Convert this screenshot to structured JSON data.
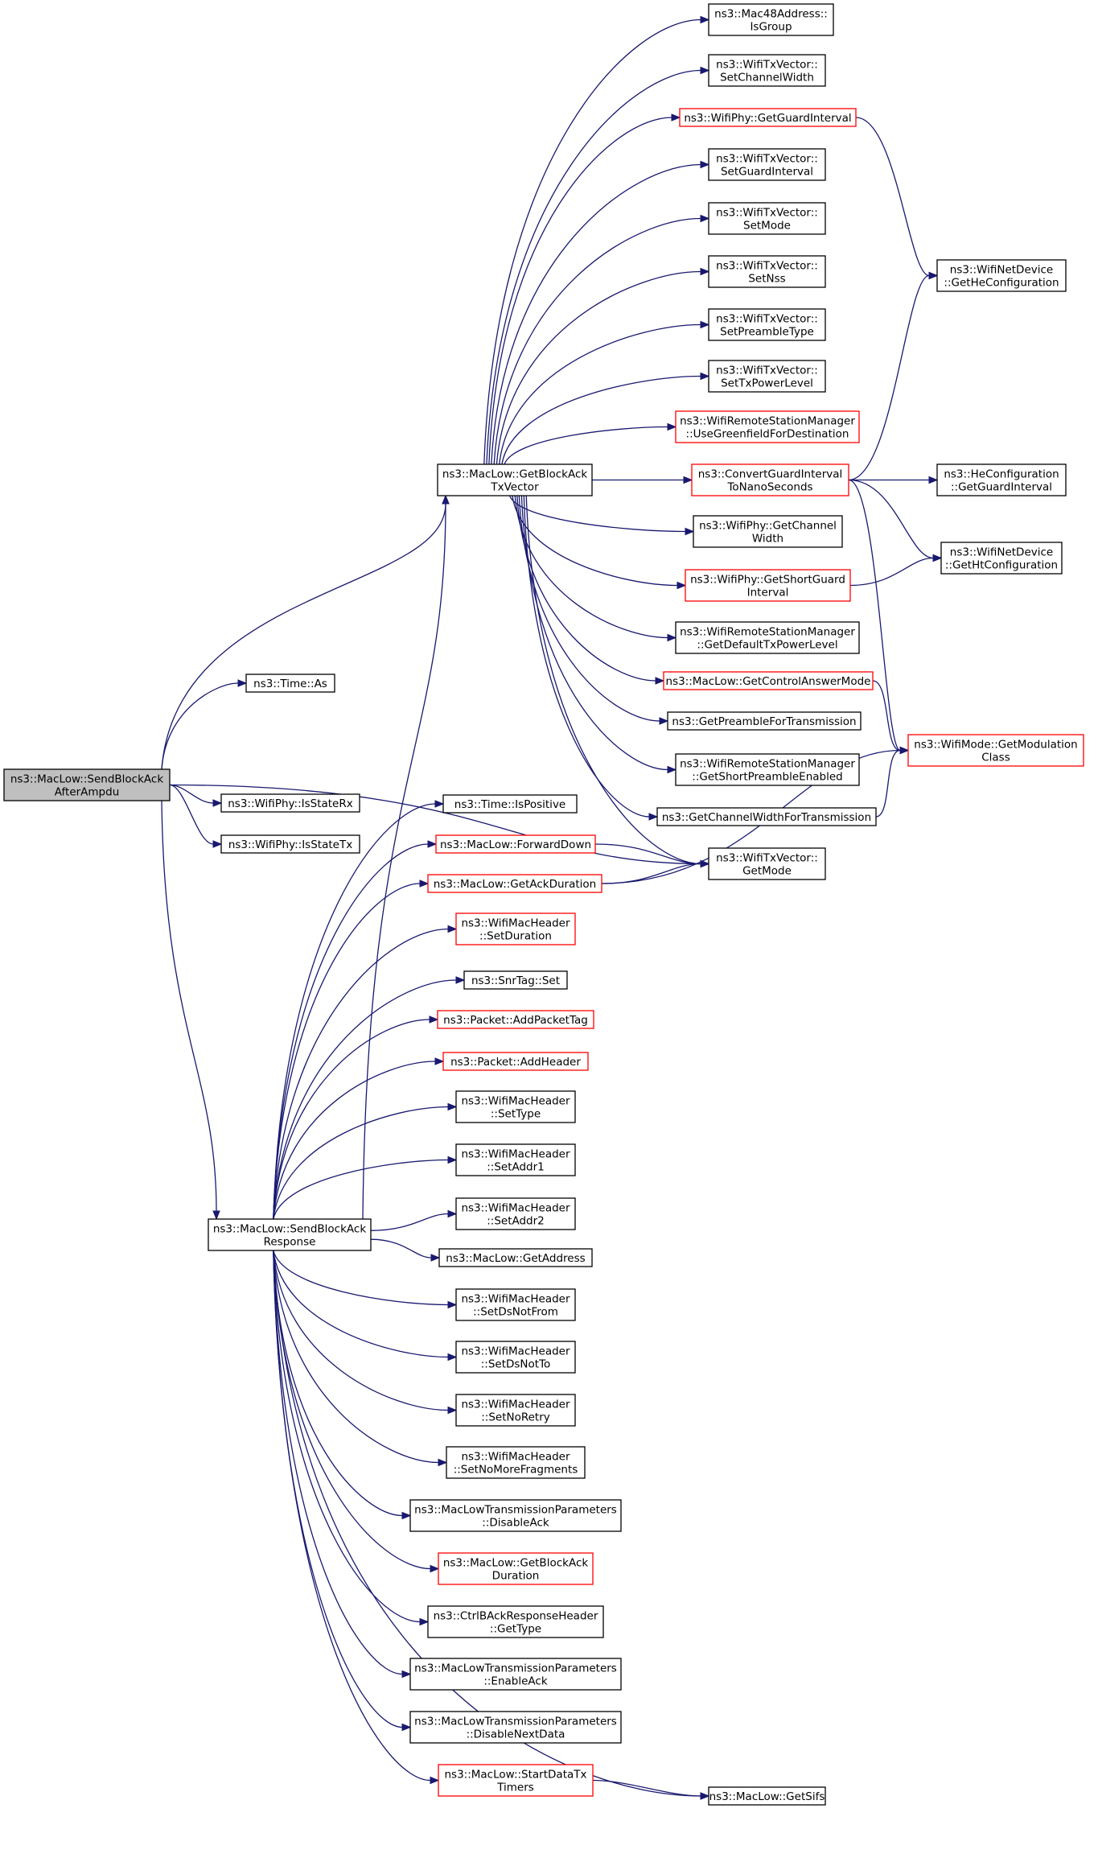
{
  "diagram": {
    "colors": {
      "edge": "#191970",
      "node_border": "#000000",
      "node_border_unresolved": "#ff0000",
      "root_fill": "#bfbfbf"
    },
    "nodes": [
      {
        "id": "root",
        "lines": [
          "ns3::MacLow::SendBlockAck",
          "AfterAmpdu"
        ],
        "style": "root"
      },
      {
        "id": "n_time_as",
        "lines": [
          "ns3::Time::As"
        ],
        "style": "black"
      },
      {
        "id": "n_isstaterx",
        "lines": [
          "ns3::WifiPhy::IsStateRx"
        ],
        "style": "black"
      },
      {
        "id": "n_isstatetx",
        "lines": [
          "ns3::WifiPhy::IsStateTx"
        ],
        "style": "black"
      },
      {
        "id": "n_getblockacktxvector",
        "lines": [
          "ns3::MacLow::GetBlockAck",
          "TxVector"
        ],
        "style": "black"
      },
      {
        "id": "n_sendblockackresponse",
        "lines": [
          "ns3::MacLow::SendBlockAck",
          "Response"
        ],
        "style": "black"
      },
      {
        "id": "n_isgroup",
        "lines": [
          "ns3::Mac48Address::",
          "IsGroup"
        ],
        "style": "black"
      },
      {
        "id": "n_setchannelwidth",
        "lines": [
          "ns3::WifiTxVector::",
          "SetChannelWidth"
        ],
        "style": "black"
      },
      {
        "id": "n_getguardinterval_phy",
        "lines": [
          "ns3::WifiPhy::GetGuardInterval"
        ],
        "style": "red"
      },
      {
        "id": "n_setguardinterval",
        "lines": [
          "ns3::WifiTxVector::",
          "SetGuardInterval"
        ],
        "style": "black"
      },
      {
        "id": "n_setmode",
        "lines": [
          "ns3::WifiTxVector::",
          "SetMode"
        ],
        "style": "black"
      },
      {
        "id": "n_setnss",
        "lines": [
          "ns3::WifiTxVector::",
          "SetNss"
        ],
        "style": "black"
      },
      {
        "id": "n_setpreambletype",
        "lines": [
          "ns3::WifiTxVector::",
          "SetPreambleType"
        ],
        "style": "black"
      },
      {
        "id": "n_settxpowerlevel",
        "lines": [
          "ns3::WifiTxVector::",
          "SetTxPowerLevel"
        ],
        "style": "black"
      },
      {
        "id": "n_usegreenfield",
        "lines": [
          "ns3::WifiRemoteStationManager",
          "::UseGreenfieldForDestination"
        ],
        "style": "red"
      },
      {
        "id": "n_convertgi",
        "lines": [
          "ns3::ConvertGuardInterval",
          "ToNanoSeconds"
        ],
        "style": "red"
      },
      {
        "id": "n_getchannelwidth_phy",
        "lines": [
          "ns3::WifiPhy::GetChannel",
          "Width"
        ],
        "style": "black"
      },
      {
        "id": "n_getshortgi",
        "lines": [
          "ns3::WifiPhy::GetShortGuard",
          "Interval"
        ],
        "style": "red"
      },
      {
        "id": "n_getdefaulttxpower",
        "lines": [
          "ns3::WifiRemoteStationManager",
          "::GetDefaultTxPowerLevel"
        ],
        "style": "black"
      },
      {
        "id": "n_getcontrolanswermode",
        "lines": [
          "ns3::MacLow::GetControlAnswerMode"
        ],
        "style": "red"
      },
      {
        "id": "n_getpreamblefortx",
        "lines": [
          "ns3::GetPreambleForTransmission"
        ],
        "style": "black"
      },
      {
        "id": "n_getshortpreamble",
        "lines": [
          "ns3::WifiRemoteStationManager",
          "::GetShortPreambleEnabled"
        ],
        "style": "black"
      },
      {
        "id": "n_getchannelwidthfortx",
        "lines": [
          "ns3::GetChannelWidthForTransmission"
        ],
        "style": "black"
      },
      {
        "id": "n_getheconfiguration",
        "lines": [
          "ns3::WifiNetDevice",
          "::GetHeConfiguration"
        ],
        "style": "black"
      },
      {
        "id": "n_he_getguardinterval",
        "lines": [
          "ns3::HeConfiguration",
          "::GetGuardInterval"
        ],
        "style": "black"
      },
      {
        "id": "n_gethtconfiguration",
        "lines": [
          "ns3::WifiNetDevice",
          "::GetHtConfiguration"
        ],
        "style": "black"
      },
      {
        "id": "n_getmodulationclass",
        "lines": [
          "ns3::WifiMode::GetModulation",
          "Class"
        ],
        "style": "red"
      },
      {
        "id": "n_ispositive",
        "lines": [
          "ns3::Time::IsPositive"
        ],
        "style": "black"
      },
      {
        "id": "n_forwarddown",
        "lines": [
          "ns3::MacLow::ForwardDown"
        ],
        "style": "red"
      },
      {
        "id": "n_getackduration",
        "lines": [
          "ns3::MacLow::GetAckDuration"
        ],
        "style": "red"
      },
      {
        "id": "n_getmode",
        "lines": [
          "ns3::WifiTxVector::",
          "GetMode"
        ],
        "style": "black"
      },
      {
        "id": "n_setduration",
        "lines": [
          "ns3::WifiMacHeader",
          "::SetDuration"
        ],
        "style": "red"
      },
      {
        "id": "n_snrtagset",
        "lines": [
          "ns3::SnrTag::Set"
        ],
        "style": "black"
      },
      {
        "id": "n_addpackettag",
        "lines": [
          "ns3::Packet::AddPacketTag"
        ],
        "style": "red"
      },
      {
        "id": "n_addheader",
        "lines": [
          "ns3::Packet::AddHeader"
        ],
        "style": "red"
      },
      {
        "id": "n_settype",
        "lines": [
          "ns3::WifiMacHeader",
          "::SetType"
        ],
        "style": "black"
      },
      {
        "id": "n_setaddr1",
        "lines": [
          "ns3::WifiMacHeader",
          "::SetAddr1"
        ],
        "style": "black"
      },
      {
        "id": "n_setaddr2",
        "lines": [
          "ns3::WifiMacHeader",
          "::SetAddr2"
        ],
        "style": "black"
      },
      {
        "id": "n_getaddress",
        "lines": [
          "ns3::MacLow::GetAddress"
        ],
        "style": "black"
      },
      {
        "id": "n_setdsnotfrom",
        "lines": [
          "ns3::WifiMacHeader",
          "::SetDsNotFrom"
        ],
        "style": "black"
      },
      {
        "id": "n_setdsnotto",
        "lines": [
          "ns3::WifiMacHeader",
          "::SetDsNotTo"
        ],
        "style": "black"
      },
      {
        "id": "n_setnoretry",
        "lines": [
          "ns3::WifiMacHeader",
          "::SetNoRetry"
        ],
        "style": "black"
      },
      {
        "id": "n_setnomorefragments",
        "lines": [
          "ns3::WifiMacHeader",
          "::SetNoMoreFragments"
        ],
        "style": "black"
      },
      {
        "id": "n_disableack",
        "lines": [
          "ns3::MacLowTransmissionParameters",
          "::DisableAck"
        ],
        "style": "black"
      },
      {
        "id": "n_getblockackduration",
        "lines": [
          "ns3::MacLow::GetBlockAck",
          "Duration"
        ],
        "style": "red"
      },
      {
        "id": "n_ctrlgettype",
        "lines": [
          "ns3::CtrlBAckResponseHeader",
          "::GetType"
        ],
        "style": "black"
      },
      {
        "id": "n_enableack",
        "lines": [
          "ns3::MacLowTransmissionParameters",
          "::EnableAck"
        ],
        "style": "black"
      },
      {
        "id": "n_disablenextdata",
        "lines": [
          "ns3::MacLowTransmissionParameters",
          "::DisableNextData"
        ],
        "style": "black"
      },
      {
        "id": "n_startdatatxtimers",
        "lines": [
          "ns3::MacLow::StartDataTx",
          "Timers"
        ],
        "style": "red"
      },
      {
        "id": "n_getsifs",
        "lines": [
          "ns3::MacLow::GetSifs"
        ],
        "style": "black"
      }
    ],
    "edges": [
      [
        "root",
        "n_time_as"
      ],
      [
        "root",
        "n_getblockacktxvector"
      ],
      [
        "root",
        "n_isstaterx"
      ],
      [
        "root",
        "n_isstatetx"
      ],
      [
        "root",
        "n_sendblockackresponse"
      ],
      [
        "root",
        "n_getmode"
      ],
      [
        "n_getblockacktxvector",
        "n_isgroup"
      ],
      [
        "n_getblockacktxvector",
        "n_setchannelwidth"
      ],
      [
        "n_getblockacktxvector",
        "n_getguardinterval_phy"
      ],
      [
        "n_getblockacktxvector",
        "n_setguardinterval"
      ],
      [
        "n_getblockacktxvector",
        "n_setmode"
      ],
      [
        "n_getblockacktxvector",
        "n_setnss"
      ],
      [
        "n_getblockacktxvector",
        "n_setpreambletype"
      ],
      [
        "n_getblockacktxvector",
        "n_settxpowerlevel"
      ],
      [
        "n_getblockacktxvector",
        "n_usegreenfield"
      ],
      [
        "n_getblockacktxvector",
        "n_convertgi"
      ],
      [
        "n_getblockacktxvector",
        "n_getchannelwidth_phy"
      ],
      [
        "n_getblockacktxvector",
        "n_getshortgi"
      ],
      [
        "n_getblockacktxvector",
        "n_getdefaulttxpower"
      ],
      [
        "n_getblockacktxvector",
        "n_getcontrolanswermode"
      ],
      [
        "n_getblockacktxvector",
        "n_getpreamblefortx"
      ],
      [
        "n_getblockacktxvector",
        "n_getshortpreamble"
      ],
      [
        "n_getblockacktxvector",
        "n_getchannelwidthfortx"
      ],
      [
        "n_getblockacktxvector",
        "n_getmode"
      ],
      [
        "n_getguardinterval_phy",
        "n_getheconfiguration"
      ],
      [
        "n_convertgi",
        "n_getheconfiguration"
      ],
      [
        "n_convertgi",
        "n_he_getguardinterval"
      ],
      [
        "n_convertgi",
        "n_gethtconfiguration"
      ],
      [
        "n_convertgi",
        "n_getmodulationclass"
      ],
      [
        "n_getshortgi",
        "n_gethtconfiguration"
      ],
      [
        "n_getcontrolanswermode",
        "n_getmodulationclass"
      ],
      [
        "n_getchannelwidthfortx",
        "n_getmodulationclass"
      ],
      [
        "n_sendblockackresponse",
        "n_getblockacktxvector"
      ],
      [
        "n_sendblockackresponse",
        "n_ispositive"
      ],
      [
        "n_sendblockackresponse",
        "n_forwarddown"
      ],
      [
        "n_sendblockackresponse",
        "n_getackduration"
      ],
      [
        "n_sendblockackresponse",
        "n_setduration"
      ],
      [
        "n_sendblockackresponse",
        "n_snrtagset"
      ],
      [
        "n_sendblockackresponse",
        "n_addpackettag"
      ],
      [
        "n_sendblockackresponse",
        "n_addheader"
      ],
      [
        "n_sendblockackresponse",
        "n_settype"
      ],
      [
        "n_sendblockackresponse",
        "n_setaddr1"
      ],
      [
        "n_sendblockackresponse",
        "n_setaddr2"
      ],
      [
        "n_sendblockackresponse",
        "n_getaddress"
      ],
      [
        "n_sendblockackresponse",
        "n_setdsnotfrom"
      ],
      [
        "n_sendblockackresponse",
        "n_setdsnotto"
      ],
      [
        "n_sendblockackresponse",
        "n_setnoretry"
      ],
      [
        "n_sendblockackresponse",
        "n_setnomorefragments"
      ],
      [
        "n_sendblockackresponse",
        "n_disableack"
      ],
      [
        "n_sendblockackresponse",
        "n_getblockackduration"
      ],
      [
        "n_sendblockackresponse",
        "n_ctrlgettype"
      ],
      [
        "n_sendblockackresponse",
        "n_enableack"
      ],
      [
        "n_sendblockackresponse",
        "n_disablenextdata"
      ],
      [
        "n_sendblockackresponse",
        "n_startdatatxtimers"
      ],
      [
        "n_sendblockackresponse",
        "n_getsifs"
      ],
      [
        "n_forwarddown",
        "n_getmode"
      ],
      [
        "n_getackduration",
        "n_getmode"
      ],
      [
        "n_getackduration",
        "n_getmodulationclass"
      ],
      [
        "n_startdatatxtimers",
        "n_getsifs"
      ]
    ]
  }
}
